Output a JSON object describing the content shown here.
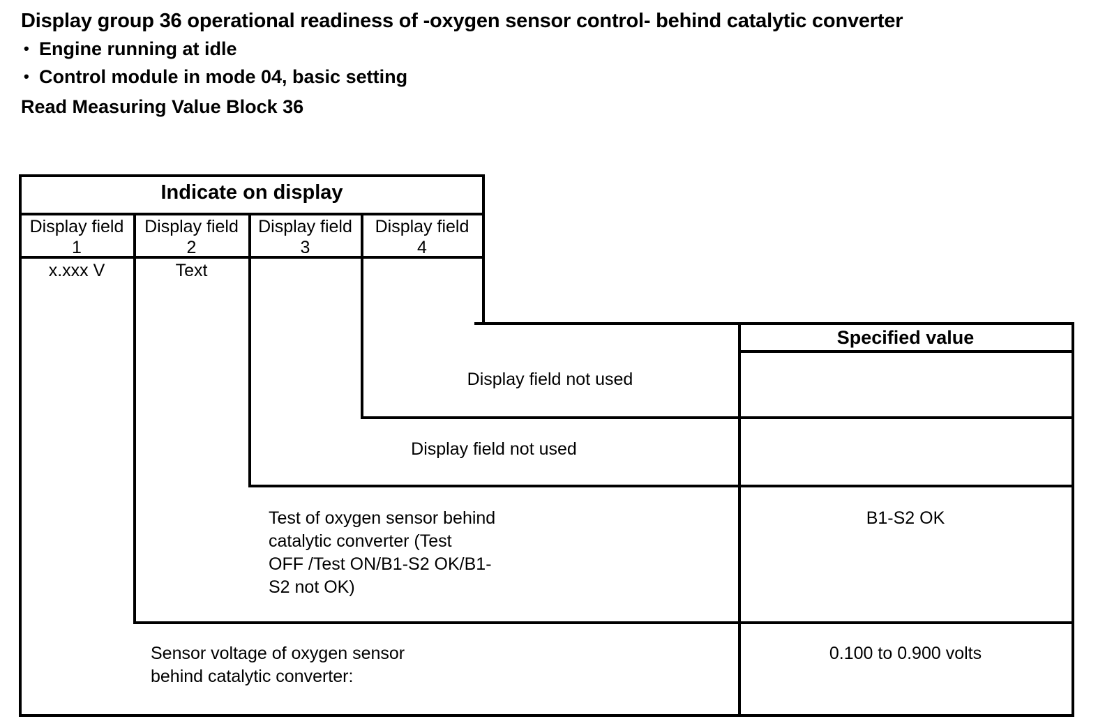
{
  "intro": {
    "title": "Display group 36 operational readiness of -oxygen sensor control- behind catalytic converter",
    "bullets": [
      "Engine running at idle",
      "Control module in mode 04, basic setting"
    ],
    "bullet_glyph": "•",
    "subtitle": "Read Measuring Value Block 36"
  },
  "table": {
    "display_header": "Indicate on display",
    "specified_value_header": "Specified value",
    "columns": [
      {
        "label": "Display field",
        "number": "1"
      },
      {
        "label": "Display field",
        "number": "2"
      },
      {
        "label": "Display field",
        "number": "3"
      },
      {
        "label": "Display field",
        "number": "4"
      }
    ],
    "value_row": [
      "x.xxx V",
      "Text",
      "",
      ""
    ],
    "rows": [
      {
        "description": "Display field not used",
        "specified_value": ""
      },
      {
        "description": "Display field not used",
        "specified_value": ""
      },
      {
        "description": "Test of  oxygen sensor behind\ncatalytic converter (Test\nOFF /Test ON/B1-S2 OK/B1-\nS2 not OK)",
        "specified_value": "B1-S2 OK"
      },
      {
        "description": "Sensor voltage of oxygen sensor\nbehind catalytic converter:",
        "specified_value": "0.100 to 0.900 volts"
      }
    ]
  },
  "colors": {
    "ink": "#000000",
    "paper": "#ffffff"
  }
}
